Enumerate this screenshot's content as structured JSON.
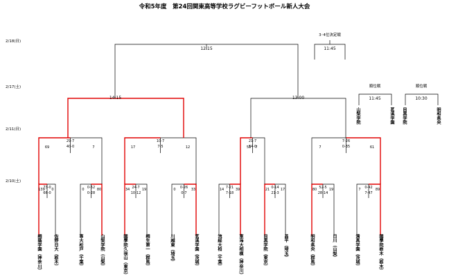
{
  "title": "令和5年度　第24回関東高等学校ラグビーフットボール新人大会",
  "dates": [
    "2/18(日)",
    "2/17(土)",
    "2/11(日)",
    "2/10(土)"
  ],
  "matches": {
    "final_time": "12:15",
    "semi_left_time": "14:15",
    "semi_right_time": "13:00",
    "third_place_label": "3･4位決定戦",
    "third_place_time": "11:45",
    "rank_left_label": "順位戦",
    "rank_left_time": "11:45",
    "rank_right_label": "順位戦",
    "rank_right_time": "10:30"
  },
  "round2": [
    {
      "left_total": "69",
      "scores": [
        "29-7",
        "40-0"
      ],
      "right_total": "7"
    },
    {
      "left_total": "17",
      "scores": [
        "10-7",
        "7-5"
      ],
      "right_total": "12"
    },
    {
      "left_total": "55",
      "scores": [
        "21-7",
        "34-0"
      ],
      "right_total": "7"
    },
    {
      "left_total": "7",
      "scores": [
        "7-26",
        "0-35"
      ],
      "right_total": "61"
    }
  ],
  "round1": [
    {
      "left_total": "139",
      "scores": [
        "73-0",
        "66-0"
      ],
      "right_total": "0"
    },
    {
      "left_total": "0",
      "scores": [
        "0-52",
        "0-28"
      ],
      "right_total": "80"
    },
    {
      "left_total": "34",
      "scores": [
        "24-7",
        "10-12"
      ],
      "right_total": "19"
    },
    {
      "left_total": "0",
      "scores": [
        "0-26",
        "0-7"
      ],
      "right_total": "33"
    },
    {
      "left_total": "14",
      "scores": [
        "7-21",
        "7-18"
      ],
      "right_total": "39"
    },
    {
      "left_total": "21",
      "scores": [
        "0-14",
        "21-3"
      ],
      "right_total": "17"
    },
    {
      "left_total": "80",
      "scores": [
        "52-5",
        "28-14"
      ],
      "right_total": "19"
    },
    {
      "left_total": "7",
      "scores": [
        "0-42",
        "7-47"
      ],
      "right_total": "89"
    }
  ],
  "rank_teams": [
    {
      "name": "山梨学院"
    },
    {
      "name": "茗溪学園"
    },
    {
      "name": "目黒学院"
    },
    {
      "name": "明和県央"
    }
  ],
  "teams": [
    {
      "name": "桐蔭学園",
      "pref": "神奈川"
    },
    {
      "name": "佐野日大",
      "pref": "栃木"
    },
    {
      "name": "専大松戸",
      "pref": "千葉"
    },
    {
      "name": "山梨学院",
      "pref": "山梨"
    },
    {
      "name": "國學院久我山",
      "pref": "東京"
    },
    {
      "name": "桐生第一",
      "pref": "群馬"
    },
    {
      "name": "川越東",
      "pref": "埼玉"
    },
    {
      "name": "茗溪学園",
      "pref": "茨城"
    },
    {
      "name": "流経大柏",
      "pref": "千葉"
    },
    {
      "name": "東海大相模",
      "pref": "神奈川"
    },
    {
      "name": "目黒学院",
      "pref": "東京"
    },
    {
      "name": "昌平",
      "pref": "埼玉"
    },
    {
      "name": "明和県央",
      "pref": "群馬"
    },
    {
      "name": "日川",
      "pref": "山梨"
    },
    {
      "name": "清真学園",
      "pref": "茨城"
    },
    {
      "name": "國學院栃木",
      "pref": "栃木"
    }
  ]
}
